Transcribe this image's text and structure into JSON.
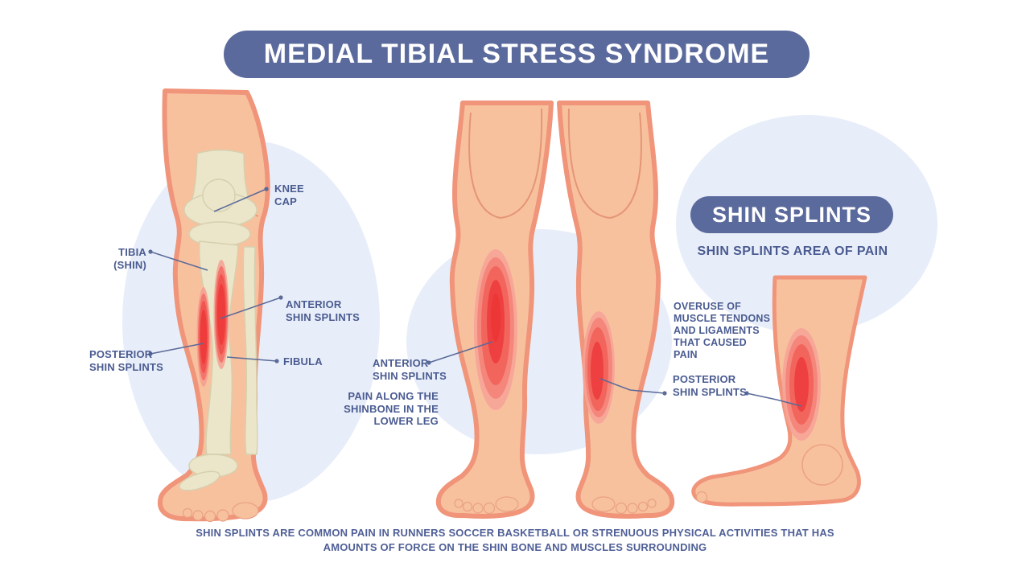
{
  "title": "MEDIAL TIBIAL STRESS SYNDROME",
  "left_figure_labels": {
    "knee_cap": "KNEE\nCAP",
    "tibia": "TIBIA\n(SHIN)",
    "anterior": "ANTERIOR\nSHIN SPLINTS",
    "posterior": "POSTERIOR\nSHIN SPLINTS",
    "fibula": "FIBULA"
  },
  "middle_figure_labels": {
    "anterior": "ANTERIOR\nSHIN SPLINTS",
    "pain_note": "PAIN ALONG THE\nSHINBONE IN THE\nLOWER LEG"
  },
  "right_panel": {
    "badge": "SHIN SPLINTS",
    "subtitle": "SHIN SPLINTS AREA OF PAIN",
    "overuse_note": "OVERUSE OF\nMUSCLE TENDONS\nAND LIGAMENTS\nTHAT CAUSED\nPAIN",
    "posterior_label": "POSTERIOR\nSHIN SPLINTS"
  },
  "caption": "SHIN SPLINTS ARE COMMON PAIN IN RUNNERS SOCCER BASKETBALL OR STRENUOUS PHYSICAL ACTIVITIES THAT HAS\nAMOUNTS OF FORCE ON THE SHIN BONE AND MUSCLES SURROUNDING",
  "colors": {
    "banner": "#5b6a9c",
    "label_text": "#4a5b91",
    "skin": "#f8c19e",
    "skin_shadow": "#f0947a",
    "bone": "#ebe6c9",
    "pain_core": "#ee4040",
    "pain_outer": "#f7a296",
    "background_shape": "#e8eef9"
  }
}
